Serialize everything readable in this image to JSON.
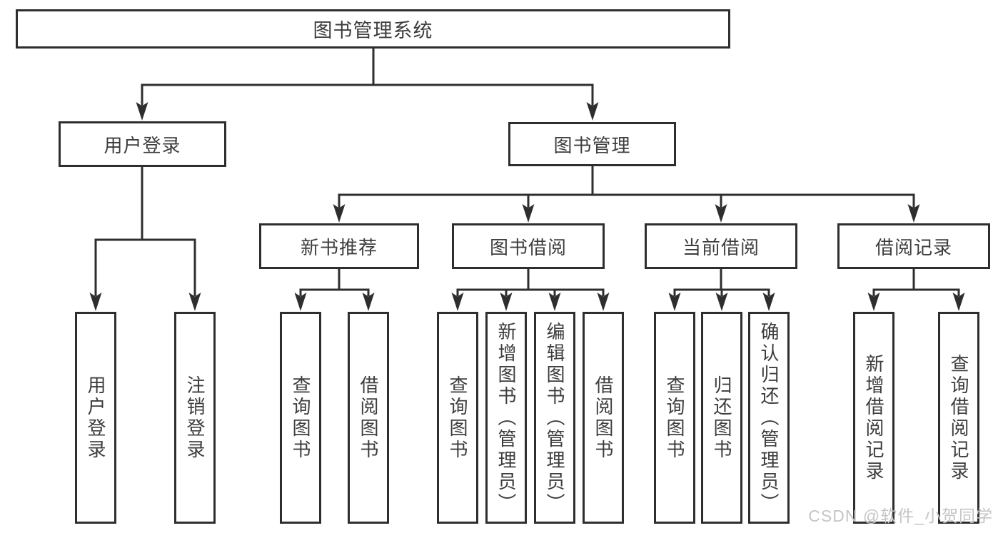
{
  "tree": {
    "root": {
      "label": "图书管理系统"
    },
    "branches": [
      {
        "label": "用户登录",
        "children": [
          {
            "label": "用户登录"
          },
          {
            "label": "注销登录"
          }
        ]
      },
      {
        "label": "图书管理",
        "children": [
          {
            "label": "新书推荐",
            "children": [
              {
                "label": "查询图书"
              },
              {
                "label": "借阅图书"
              }
            ]
          },
          {
            "label": "图书借阅",
            "children": [
              {
                "label": "查询图书"
              },
              {
                "label": "新增图书（管理员）"
              },
              {
                "label": "编辑图书（管理员）"
              },
              {
                "label": "借阅图书"
              }
            ]
          },
          {
            "label": "当前借阅",
            "children": [
              {
                "label": "查询图书"
              },
              {
                "label": "归还图书"
              },
              {
                "label": "确认归还（管理员）"
              }
            ]
          },
          {
            "label": "借阅记录",
            "children": [
              {
                "label": "新增借阅记录"
              },
              {
                "label": "查询借阅记录"
              }
            ]
          }
        ]
      }
    ]
  },
  "watermark": "CSDN @软件_小贺同学",
  "colors": {
    "line": "#2e2e2e",
    "text": "#3d3d3d",
    "background": "#ffffff",
    "watermark": "#c5c5c5"
  }
}
